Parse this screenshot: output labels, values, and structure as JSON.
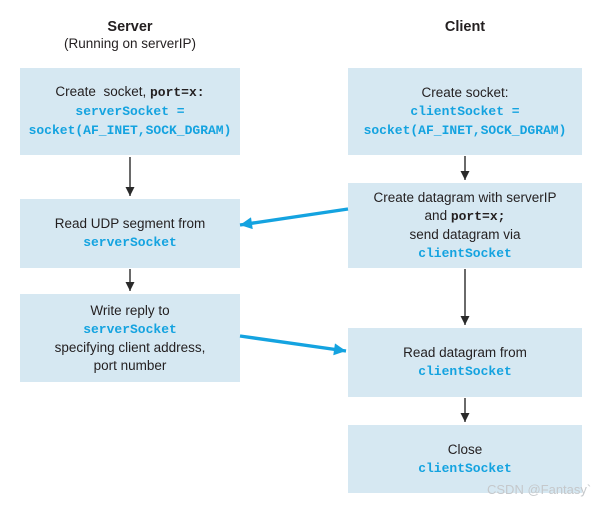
{
  "server": {
    "title": "Server",
    "subtitle": "(Running on serverIP)",
    "box_create": {
      "line1_plain": "Create  socket, ",
      "line1_code": "port=x:",
      "line2_code": "serverSocket =",
      "line3_code": "socket(AF_INET,SOCK_DGRAM)"
    },
    "box_read": {
      "line1_plain": "Read UDP segment from",
      "line2_code": "serverSocket"
    },
    "box_write": {
      "line1_plain": "Write reply to",
      "line2_code": "serverSocket",
      "line3_plain": "specifying client address,",
      "line4_plain": "port number"
    }
  },
  "client": {
    "title": "Client",
    "box_create": {
      "line1_plain": "Create socket:",
      "line2_code": "clientSocket =",
      "line3_code": "socket(AF_INET,SOCK_DGRAM)"
    },
    "box_datagram": {
      "line1_plain": "Create datagram with serverIP",
      "line2_plain": "and ",
      "line2_code": "port=x;",
      "line3_plain": "send datagram via",
      "line4_code": "clientSocket"
    },
    "box_read": {
      "line1_plain": "Read datagram from",
      "line2_code": "clientSocket"
    },
    "box_close": {
      "line1_plain": "Close",
      "line2_code": "clientSocket"
    }
  },
  "edges": [
    {
      "from": "server-create-socket-box",
      "to": "server-read-segment-box",
      "style": "dark"
    },
    {
      "from": "server-read-segment-box",
      "to": "server-write-reply-box",
      "style": "dark"
    },
    {
      "from": "client-create-socket-box",
      "to": "client-create-datagram-box",
      "style": "dark"
    },
    {
      "from": "client-create-datagram-box",
      "to": "client-read-datagram-box",
      "style": "dark"
    },
    {
      "from": "client-read-datagram-box",
      "to": "client-close-box",
      "style": "dark"
    },
    {
      "from": "client-create-datagram-box",
      "to": "server-read-segment-box",
      "style": "accent"
    },
    {
      "from": "server-write-reply-box",
      "to": "client-read-datagram-box",
      "style": "accent"
    }
  ],
  "watermark": "CSDN @Fantasy`",
  "colors": {
    "box_fill": "#d6e8f2",
    "accent": "#14a3e0",
    "text": "#231f20",
    "arrow": "#2a2a2a",
    "watermark": "#c5c8cb"
  }
}
